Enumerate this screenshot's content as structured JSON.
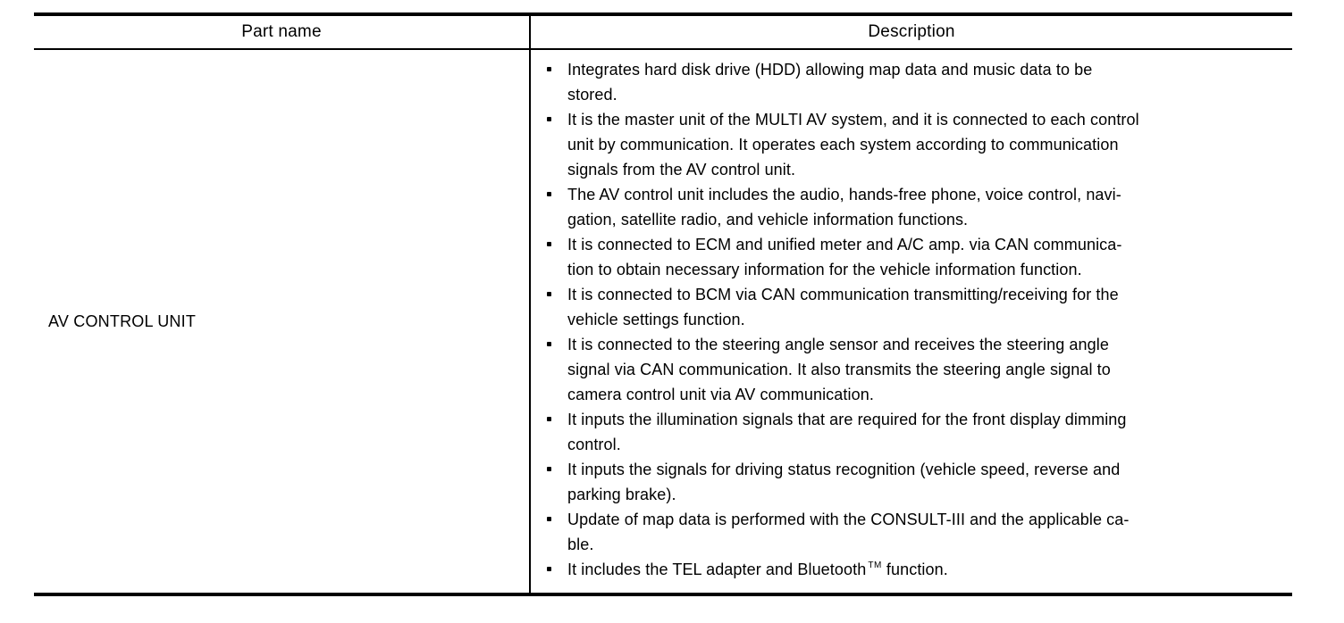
{
  "document": {
    "background": "#ffffff",
    "border_color": "#000000",
    "text_color": "#000000",
    "table": {
      "headers": {
        "part_name": "Part name",
        "description": "Description"
      },
      "row": {
        "part_name": "AV CONTROL UNIT",
        "bullets": [
          [
            "Integrates hard disk drive (HDD) allowing map data and music data to be",
            "stored."
          ],
          [
            "It is the master unit of the MULTI AV system, and it is connected to each control",
            "unit by communication. It operates each system according to communication",
            "signals from the AV control unit."
          ],
          [
            "The AV control unit includes the audio, hands-free phone, voice control, navi-",
            "gation, satellite radio, and vehicle information functions."
          ],
          [
            "It is connected to ECM and unified meter and A/C amp. via CAN communica-",
            "tion to obtain necessary information for the vehicle information function."
          ],
          [
            "It is connected to BCM via CAN communication transmitting/receiving for the",
            "vehicle settings function."
          ],
          [
            "It is connected to the steering angle sensor and receives the steering angle",
            "signal via CAN communication. It also transmits the steering angle signal to",
            "camera control unit via AV communication."
          ],
          [
            "It inputs the illumination signals that are required for the front display dimming",
            "control."
          ],
          [
            "It inputs the signals for driving status recognition (vehicle speed, reverse and",
            "parking brake)."
          ],
          [
            "Update of map data is performed with the CONSULT-III and the applicable ca-",
            "ble."
          ]
        ],
        "bluetooth_bullet": {
          "pre": "It includes the TEL adapter and Bluetooth",
          "trademark": "TM",
          "post": " function."
        }
      }
    }
  }
}
